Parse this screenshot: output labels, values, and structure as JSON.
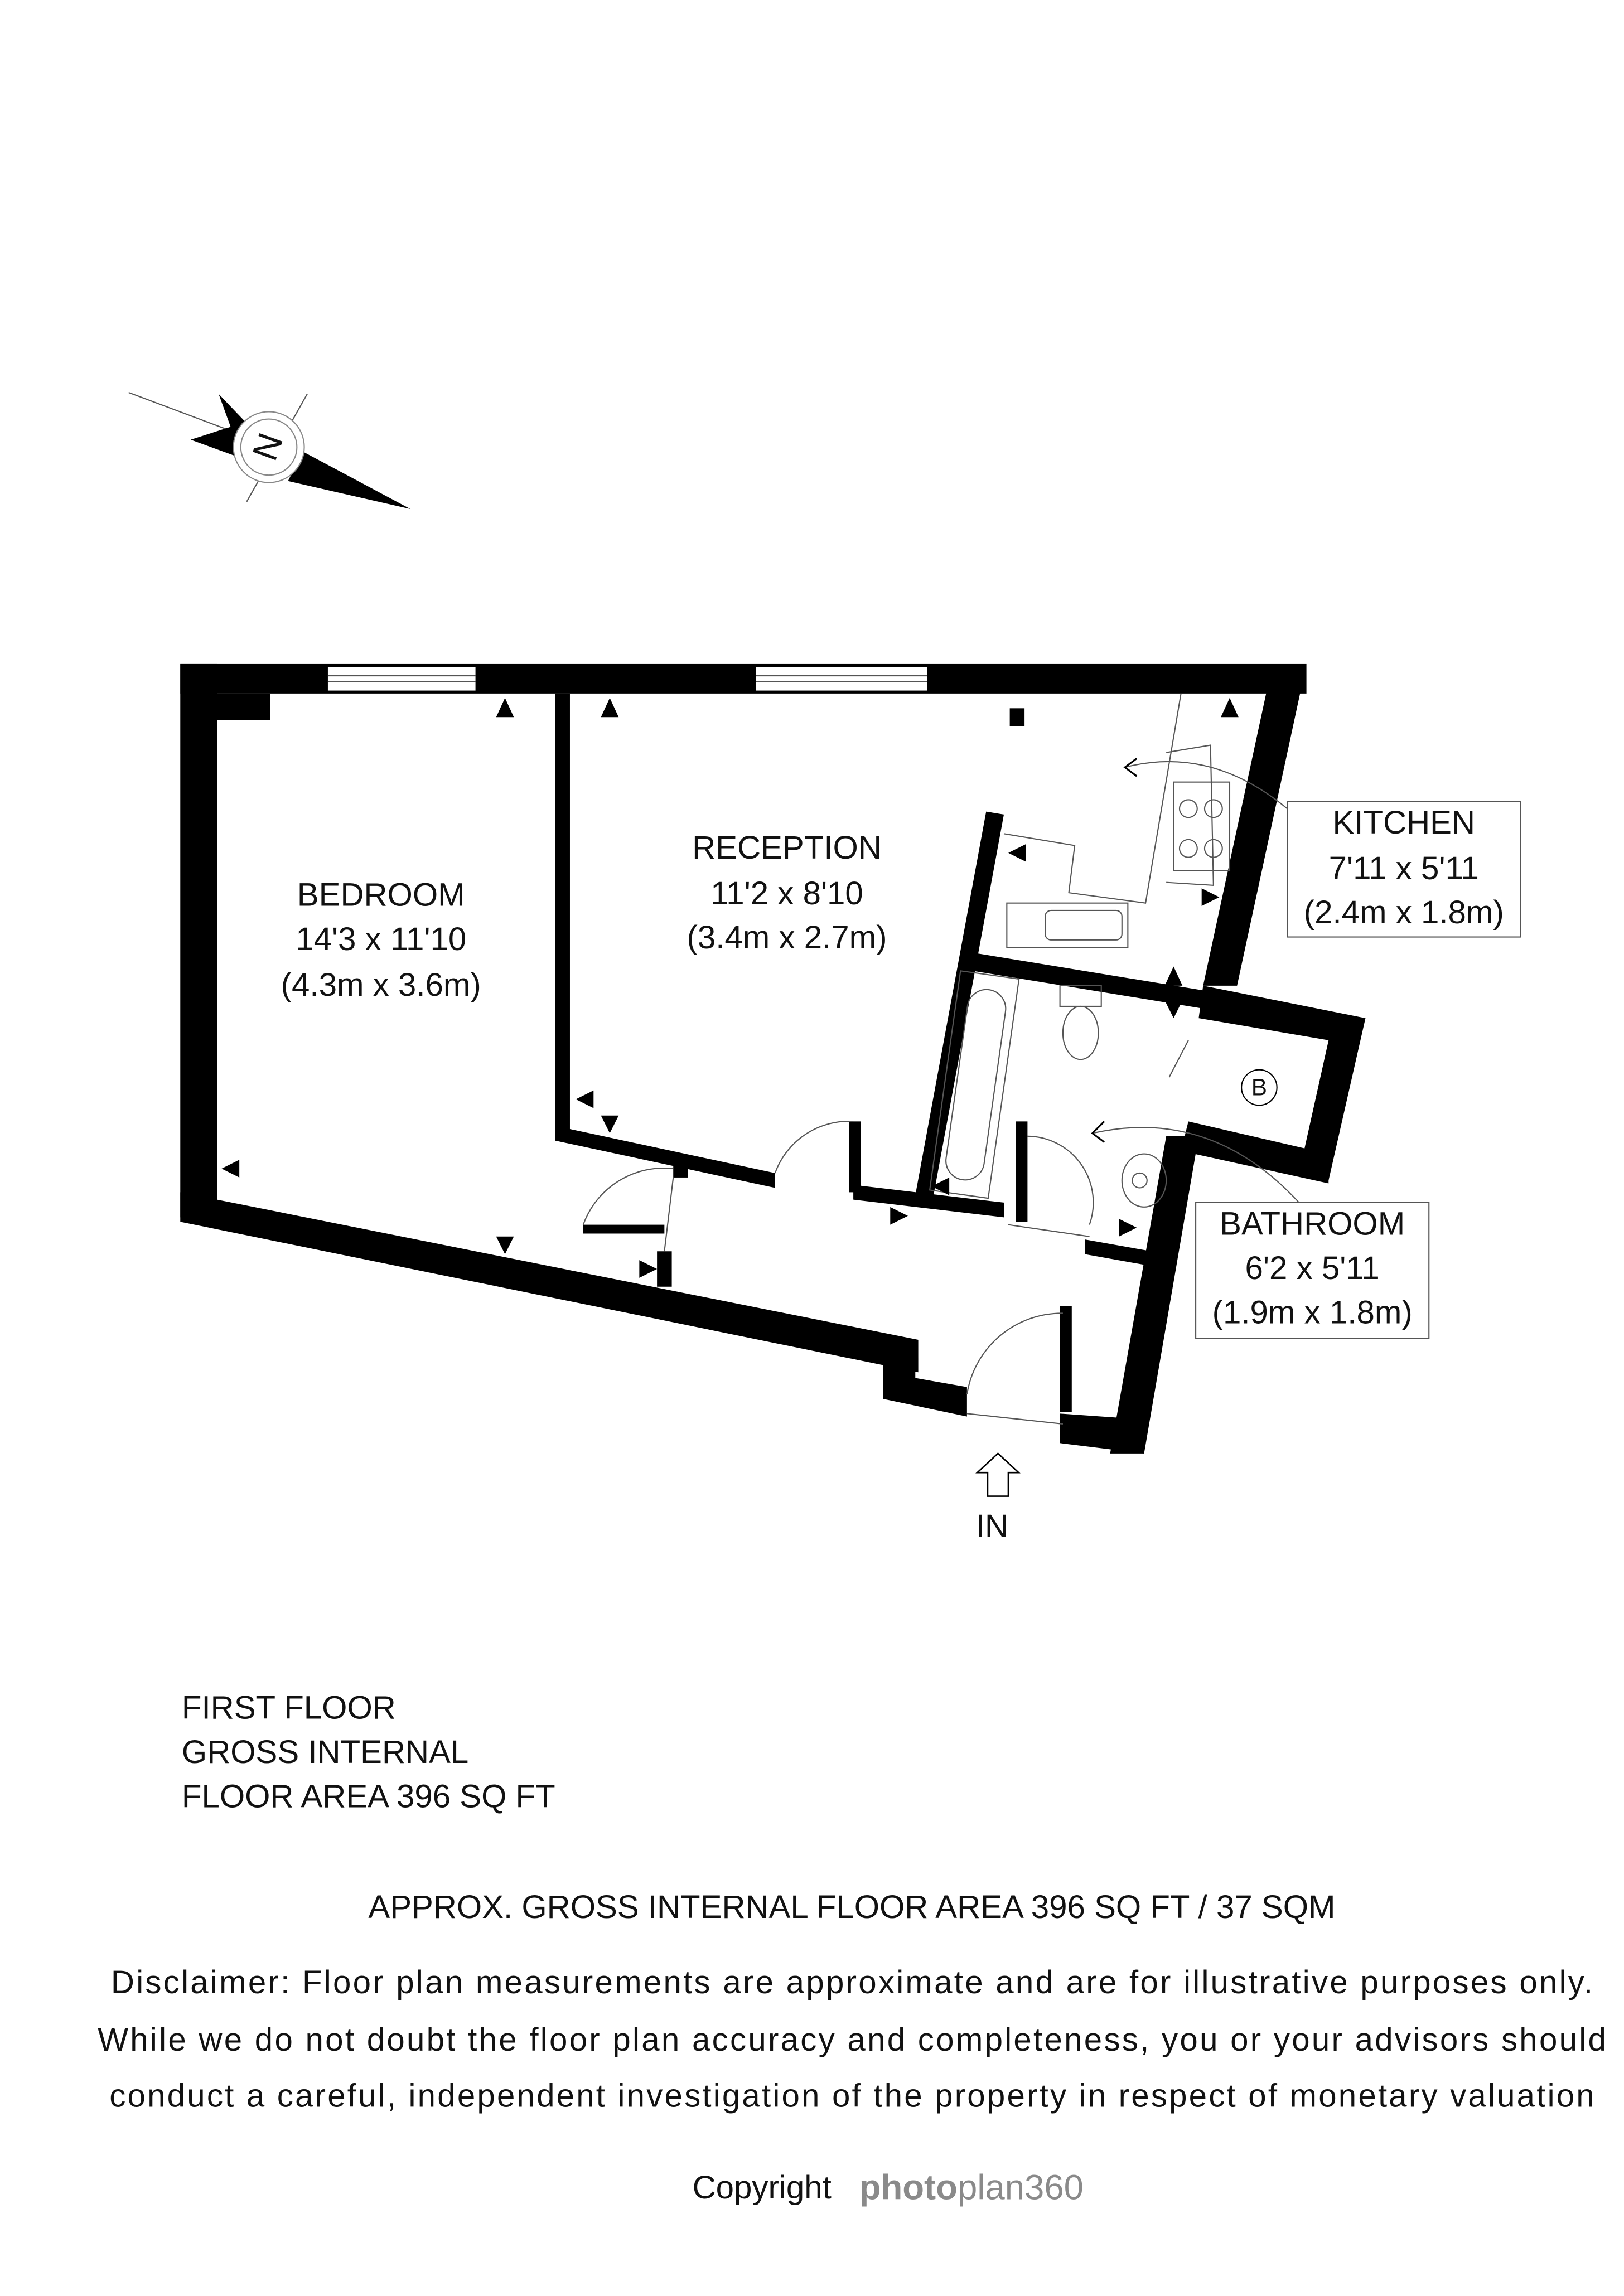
{
  "compass": {
    "label": "N"
  },
  "rooms": {
    "bedroom": {
      "name": "BEDROOM",
      "imperial": "14'3 x 11'10",
      "metric": "(4.3m x 3.6m)"
    },
    "reception": {
      "name": "RECEPTION",
      "imperial": "11'2 x 8'10",
      "metric": "(3.4m x 2.7m)"
    },
    "kitchen": {
      "name": "KITCHEN",
      "imperial": "7'11 x 5'11",
      "metric": "(2.4m x 1.8m)"
    },
    "bathroom": {
      "name": "BATHROOM",
      "imperial": "6'2 x 5'11",
      "metric": "(1.9m x 1.8m)"
    }
  },
  "boiler_label": "B",
  "entrance_label": "IN",
  "floor_info": [
    "FIRST FLOOR",
    "GROSS INTERNAL",
    "FLOOR AREA 396 SQ FT"
  ],
  "total_area": "APPROX. GROSS INTERNAL FLOOR AREA 396 SQ FT / 37 SQM",
  "disclaimer": [
    "Disclaimer: Floor plan measurements are approximate and are for illustrative purposes only.",
    "While we do not doubt the floor plan accuracy and completeness, you or your advisors should",
    "conduct a careful, independent investigation of the property in respect of monetary valuation"
  ],
  "copyright": {
    "label": "Copyright",
    "brand_bold": "photo",
    "brand_light": "plan360",
    "brand_color": "#8a8a8a"
  }
}
